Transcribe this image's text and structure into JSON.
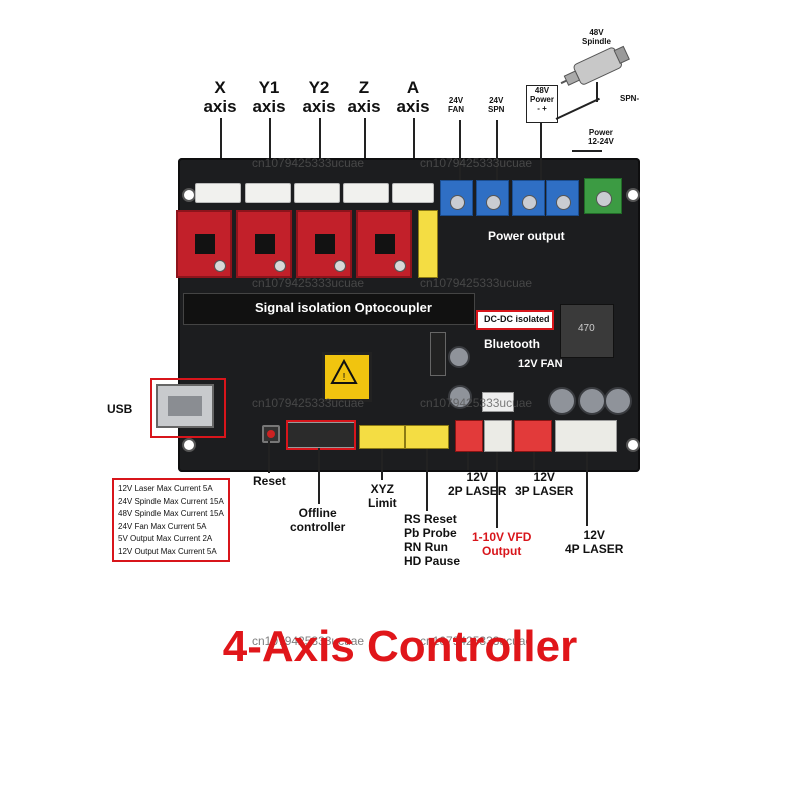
{
  "axes": [
    {
      "name": "X",
      "word": "axis"
    },
    {
      "name": "Y1",
      "word": "axis"
    },
    {
      "name": "Y2",
      "word": "axis"
    },
    {
      "name": "Z",
      "word": "axis"
    },
    {
      "name": "A",
      "word": "axis"
    }
  ],
  "terminals": {
    "fan_24v": [
      "24V",
      "FAN"
    ],
    "spn_24v": [
      "24V",
      "SPN"
    ],
    "power_48v": [
      "48V",
      "Power",
      "- +"
    ],
    "spindle": [
      "48V",
      "Spindle"
    ],
    "spn_minus": "SPN-",
    "power_12_24": [
      "Power",
      "12-24V"
    ]
  },
  "board": {
    "power_output": "Power output",
    "signal_isolation": "Signal isolation Optocoupler",
    "dcdc": "DC-DC isolated",
    "bluetooth": "Bluetooth",
    "fan_12v": "12V FAN"
  },
  "labels": {
    "usb": "USB",
    "reset": "Reset",
    "offline": [
      "Offline",
      "controller"
    ],
    "xyz_limit": [
      "XYZ",
      "Limit"
    ],
    "laser_2p": [
      "12V",
      "2P LASER"
    ],
    "laser_3p": [
      "12V",
      "3P LASER"
    ],
    "laser_4p": [
      "12V",
      "4P LASER"
    ],
    "vfd": [
      "1-10V VFD",
      "Output"
    ],
    "signals": [
      "RS Reset",
      "Pb Probe",
      "RN Run",
      "HD Pause"
    ]
  },
  "current_notes": [
    "12V Laser Max Current 5A",
    "24V Spindle Max Current 15A",
    "48V Spindle Max Current 15A",
    "24V Fan Max Current 5A",
    "5V Output Max Current 2A",
    "12V Output Max Current 5A"
  ],
  "watermark": "cn1079425333ucuae",
  "title": "4-Axis Controller",
  "colors": {
    "title": "#e0161a",
    "board": "#1c1d1f",
    "driver": "#c2202a",
    "terminal": "#2f6fc4"
  }
}
